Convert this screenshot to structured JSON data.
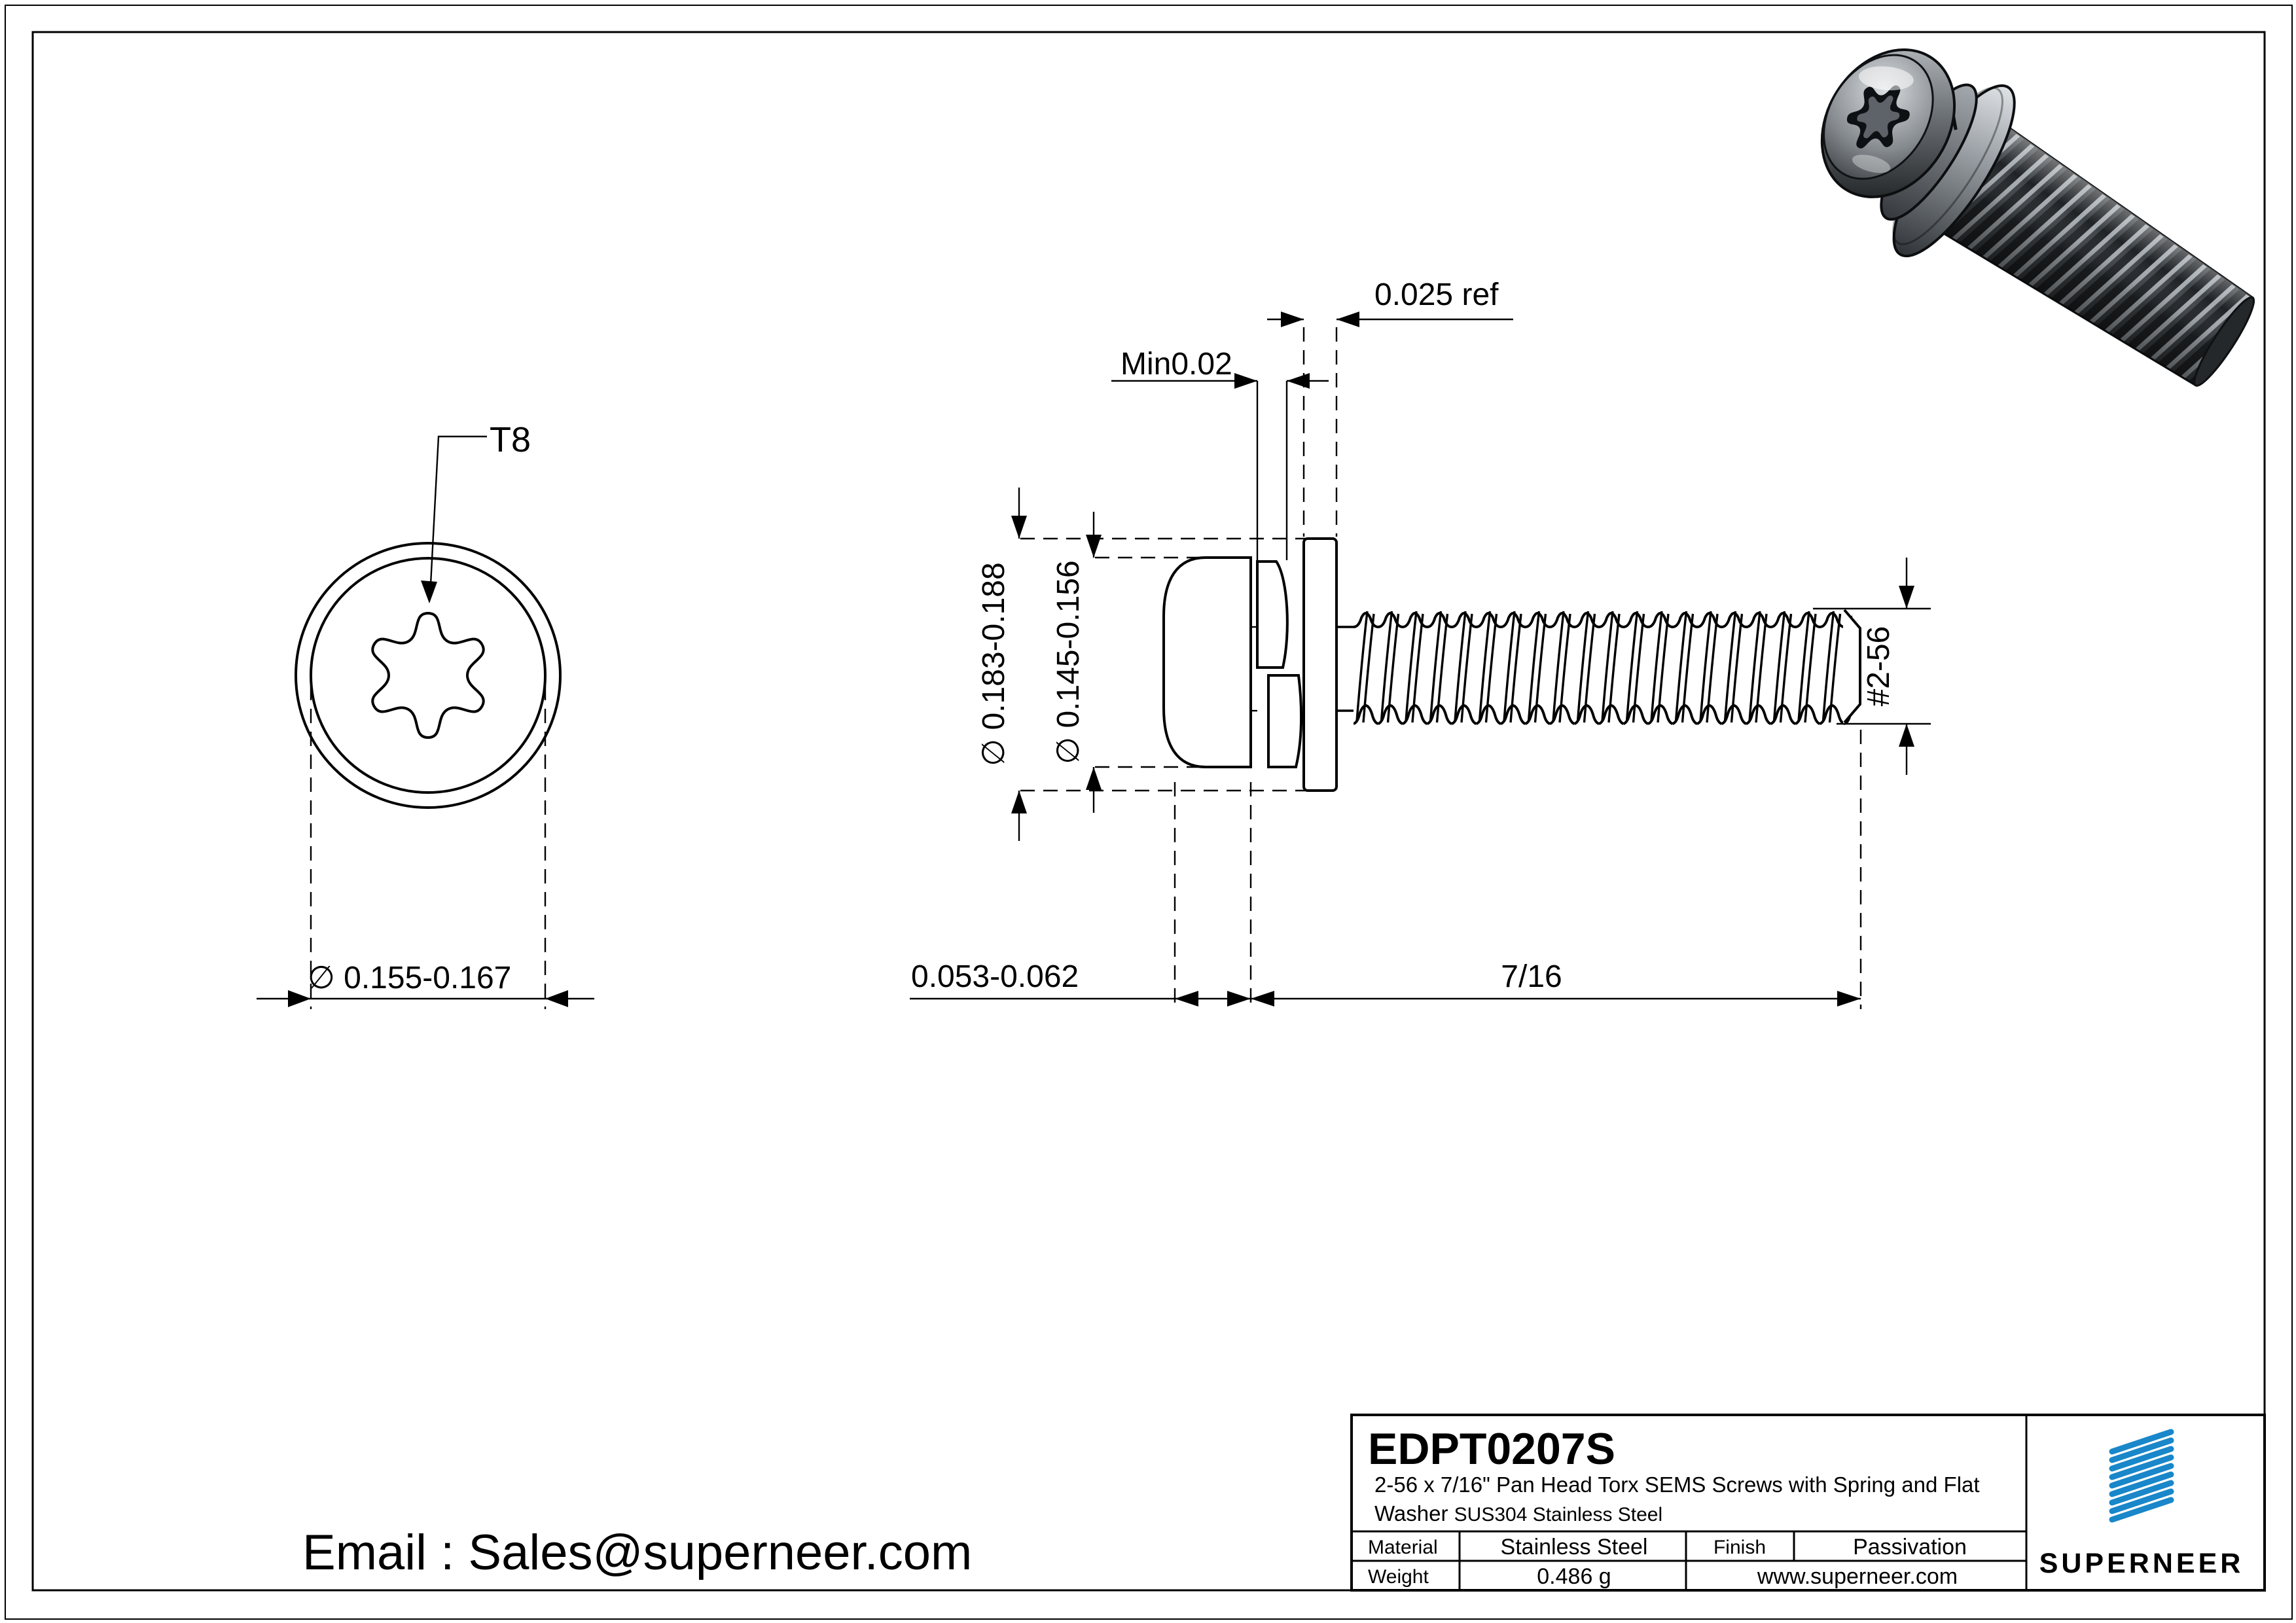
{
  "front_view": {
    "drive_label": "T8",
    "diameter_label": "∅ 0.155-0.167"
  },
  "side_view": {
    "washer_od_label": "∅ 0.183-0.188",
    "head_od_label": "∅ 0.145-0.156",
    "spring_washer_min_label": "Min0.02",
    "washer_thickness_label": "0.025 ref",
    "head_height_label": "0.053-0.062",
    "thread_length_label": "7/16",
    "thread_size_label": "#2-56"
  },
  "footer": {
    "email": "Email : Sales@superneer.com"
  },
  "title_block": {
    "part_number": "EDPT0207S",
    "description_line1": "2-56 x 7/16\" Pan Head Torx SEMS Screws with Spring and Flat",
    "description_line2a": "Washer ",
    "description_line2b": "SUS304 Stainless Steel",
    "material_label": "Material",
    "material_value": "Stainless Steel",
    "finish_label": "Finish",
    "finish_value": "Passivation",
    "weight_label": "Weight",
    "weight_value": "0.486 g",
    "website": "www.superneer.com",
    "brand": "SUPERNEER"
  },
  "colors": {
    "brand_blue": "#1987c9",
    "link_blue": "#2a95dc",
    "line_black": "#000000"
  }
}
